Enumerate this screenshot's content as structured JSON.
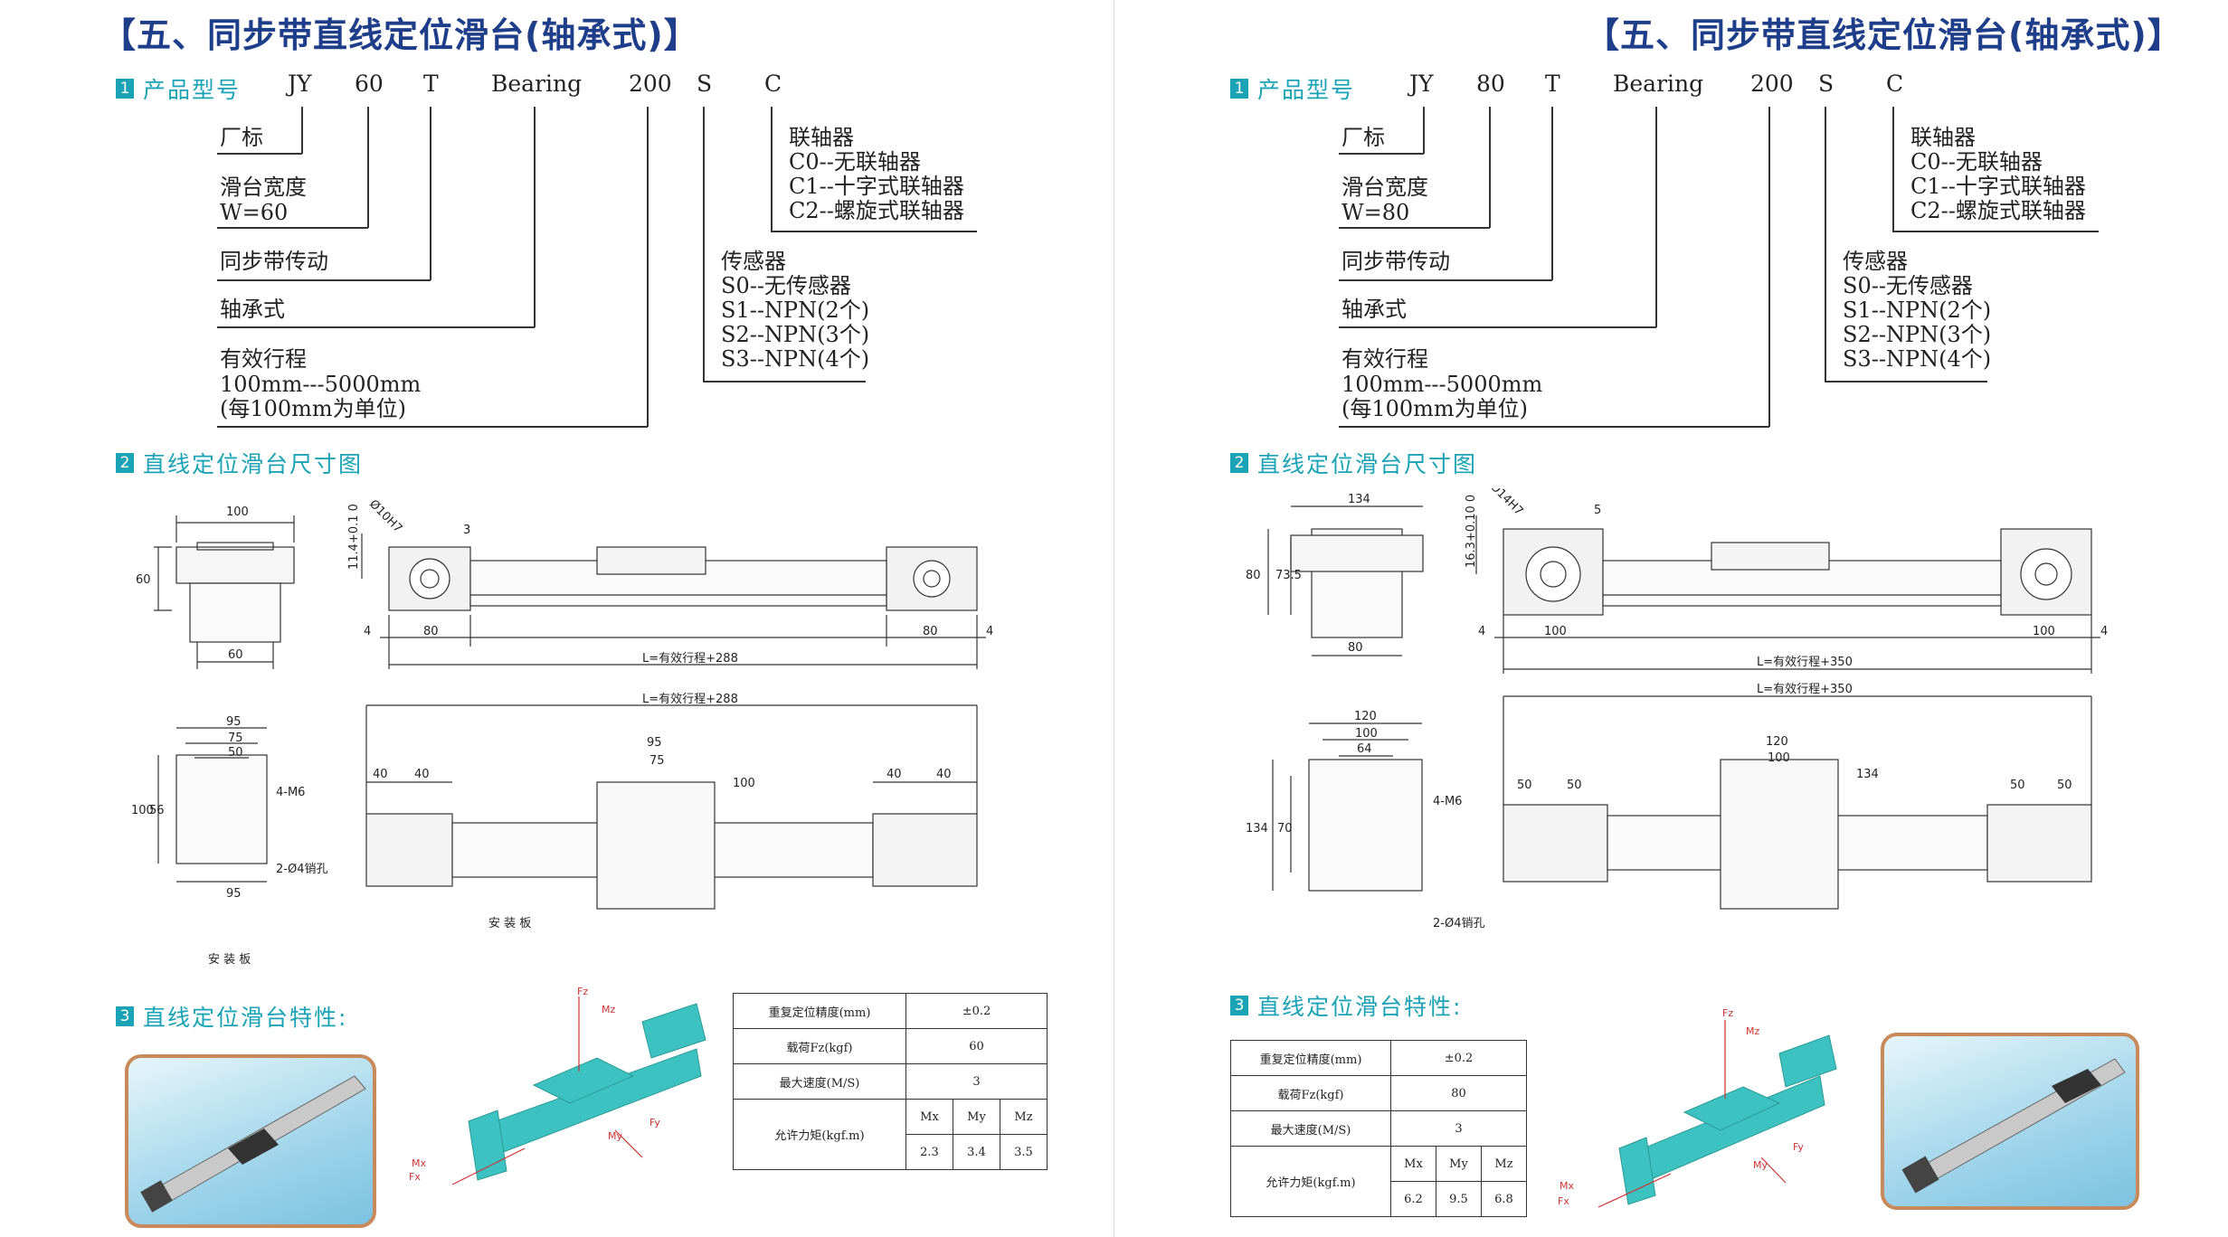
{
  "pages": [
    {
      "title": "【五、同步带直线定位滑台(轴承式)】",
      "section1": {
        "num": "1",
        "label": "产品型号"
      },
      "code": [
        "JY",
        "60",
        "T",
        "Bearing",
        "200",
        "S",
        "C"
      ],
      "labels": {
        "vendor": "厂标",
        "width": [
          "滑台宽度",
          "W=60"
        ],
        "drive": "同步带传动",
        "bearing": "轴承式",
        "stroke": [
          "有效行程",
          "100mm---5000mm",
          "(每100mm为单位)"
        ],
        "sensor": [
          "传感器",
          "S0--无传感器",
          "S1--NPN(2个)",
          "S2--NPN(3个)",
          "S3--NPN(4个)"
        ],
        "coupler": [
          "联轴器",
          "C0--无联轴器",
          "C1--十字式联轴器",
          "C2--螺旋式联轴器"
        ]
      },
      "section2": {
        "num": "2",
        "label": "直线定位滑台尺寸图"
      },
      "dims": {
        "end_w": "100",
        "end_h": "60",
        "end_base": "60",
        "height_tol": "11.4+0.1 0",
        "bore": "Ø10H7",
        "offset": "3",
        "gap": "4",
        "end_len": "80",
        "total_len": "L=有效行程+288",
        "plate_outer": "95",
        "plate_mid": "75",
        "plate_inner": "50",
        "plate_h": "100",
        "plate_hole": "56",
        "plate_bottom": "95",
        "tap": "4-M6",
        "pin": "2-Ø4销孔",
        "plate_name": "安 装 板",
        "top_total": "L=有效行程+288",
        "top_end": "40",
        "top_w": "95",
        "top_mid": "75",
        "top_h": "100"
      },
      "section3": {
        "num": "3",
        "label": "直线定位滑台特性:"
      },
      "spec": {
        "repeat_label": "重复定位精度(mm)",
        "repeat": "±0.2",
        "load_label": "载荷Fz(kgf)",
        "load": "60",
        "speed_label": "最大速度(M/S)",
        "speed": "3",
        "moment_label": "允许力矩(kgf.m)",
        "mx_label": "Mx",
        "my_label": "My",
        "mz_label": "Mz",
        "mx": "2.3",
        "my": "3.4",
        "mz": "3.5"
      },
      "axes": {
        "fz": "Fz",
        "mz": "Mz",
        "mx": "Mx",
        "fx": "Fx",
        "my": "My",
        "fy": "Fy"
      }
    },
    {
      "title": "【五、同步带直线定位滑台(轴承式)】",
      "section1": {
        "num": "1",
        "label": "产品型号"
      },
      "code": [
        "JY",
        "80",
        "T",
        "Bearing",
        "200",
        "S",
        "C"
      ],
      "labels": {
        "vendor": "厂标",
        "width": [
          "滑台宽度",
          "W=80"
        ],
        "drive": "同步带传动",
        "bearing": "轴承式",
        "stroke": [
          "有效行程",
          "100mm---5000mm",
          "(每100mm为单位)"
        ],
        "sensor": [
          "传感器",
          "S0--无传感器",
          "S1--NPN(2个)",
          "S2--NPN(3个)",
          "S3--NPN(4个)"
        ],
        "coupler": [
          "联轴器",
          "C0--无联轴器",
          "C1--十字式联轴器",
          "C2--螺旋式联轴器"
        ]
      },
      "section2": {
        "num": "2",
        "label": "直线定位滑台尺寸图"
      },
      "dims": {
        "end_w": "134",
        "end_h": "80",
        "end_base": "80",
        "end_h2": "73.5",
        "height_tol": "16.3+0.10 0",
        "bore": "Ø14H7",
        "offset": "5",
        "gap": "4",
        "end_len": "100",
        "total_len": "L=有效行程+350",
        "plate_outer": "120",
        "plate_mid": "100",
        "plate_inner": "64",
        "plate_h": "134",
        "plate_hole": "70",
        "tap": "4-M6",
        "pin": "2-Ø4销孔",
        "top_total": "L=有效行程+350",
        "top_end": "50",
        "top_w": "120",
        "top_mid": "100",
        "top_h": "134"
      },
      "section3": {
        "num": "3",
        "label": "直线定位滑台特性:"
      },
      "spec": {
        "repeat_label": "重复定位精度(mm)",
        "repeat": "±0.2",
        "load_label": "载荷Fz(kgf)",
        "load": "80",
        "speed_label": "最大速度(M/S)",
        "speed": "3",
        "moment_label": "允许力矩(kgf.m)",
        "mx_label": "Mx",
        "my_label": "My",
        "mz_label": "Mz",
        "mx": "6.2",
        "my": "9.5",
        "mz": "6.8"
      },
      "axes": {
        "fz": "Fz",
        "mz": "Mz",
        "mx": "Mx",
        "fx": "Fx",
        "my": "My",
        "fy": "Fy"
      }
    }
  ],
  "colors": {
    "title": "#1f3e8a",
    "section": "#1aa3b5",
    "model": "#3cc2c0",
    "photo_frame": "#c88a5a"
  }
}
